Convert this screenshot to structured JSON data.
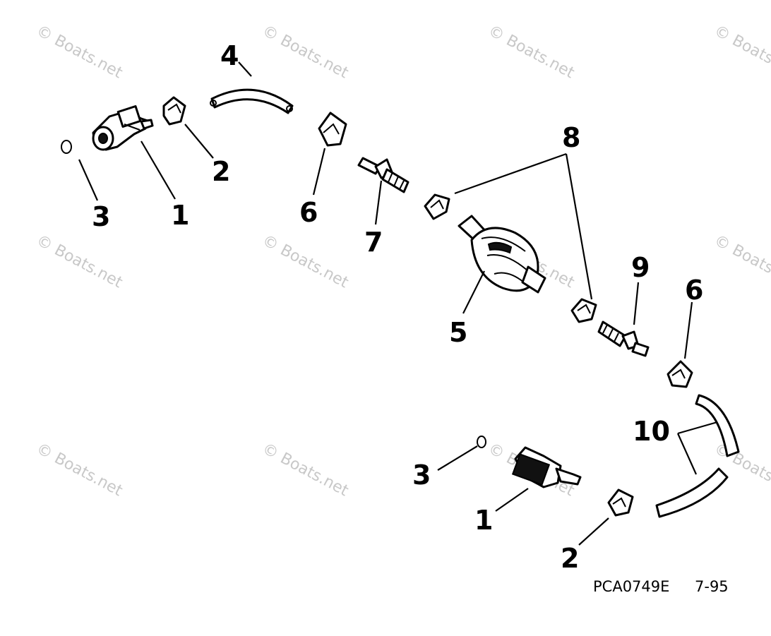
{
  "watermark": "© Boats.net",
  "callouts": {
    "c1a": "1",
    "c2a": "2",
    "c3a": "3",
    "c4": "4",
    "c6a": "6",
    "c7": "7",
    "c8": "8",
    "c5": "5",
    "c9": "9",
    "c6b": "6",
    "c10": "10",
    "c3b": "3",
    "c1b": "1",
    "c2b": "2"
  },
  "footer": {
    "code": "PCA0749E",
    "date": "7-95"
  }
}
